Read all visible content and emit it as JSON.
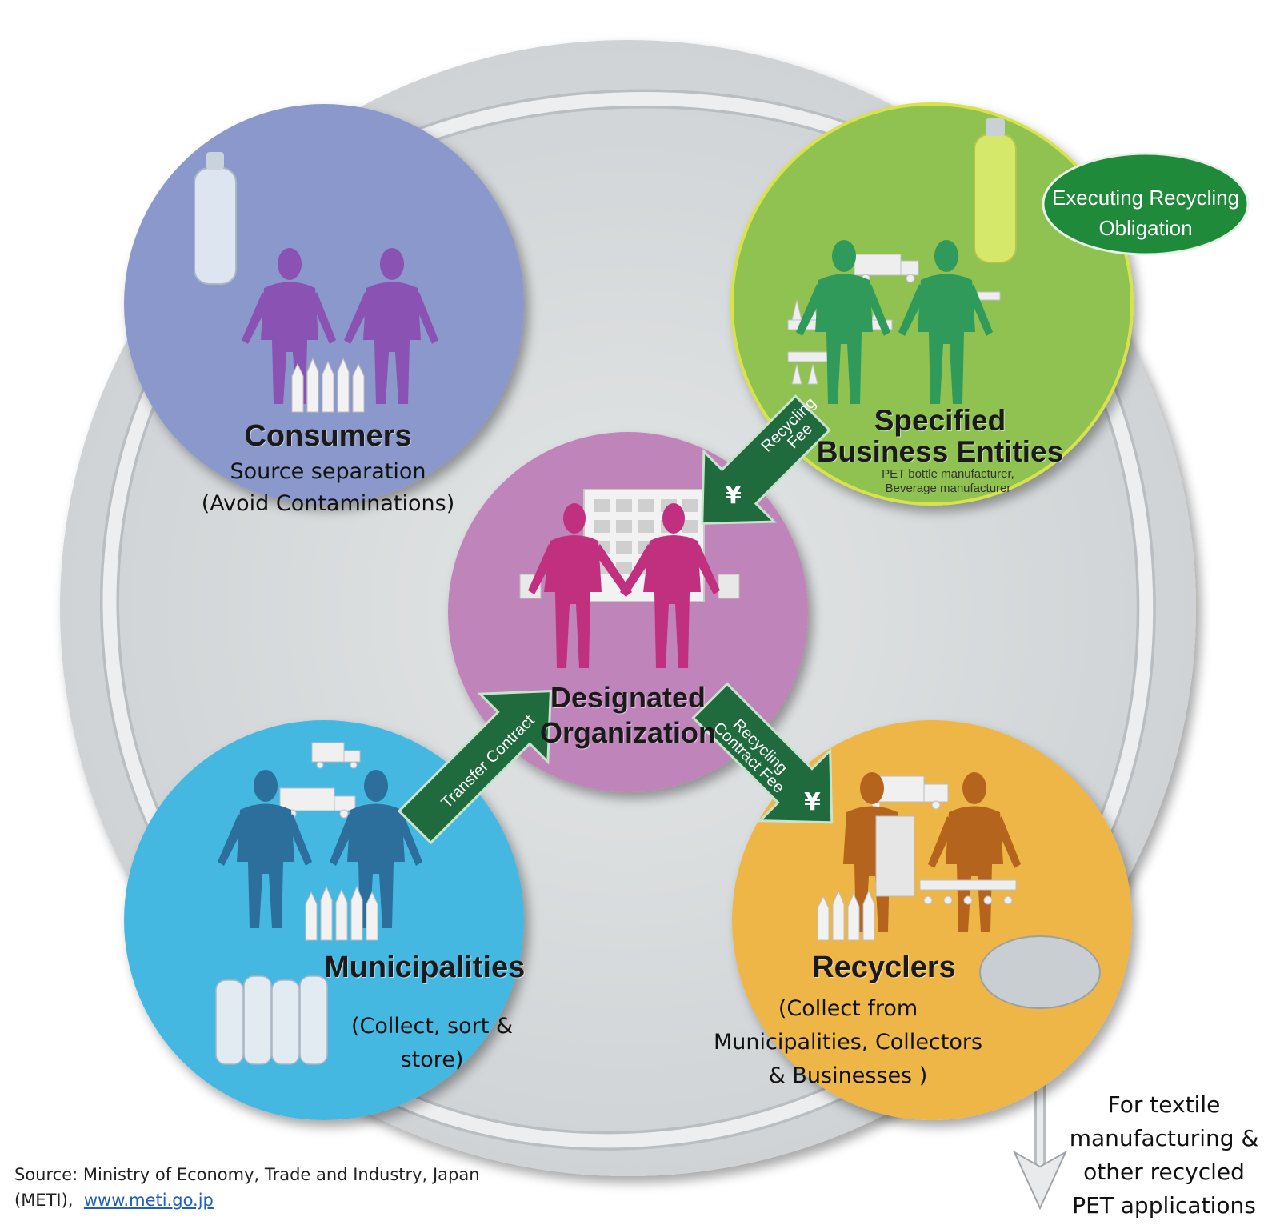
{
  "colors": {
    "outer_ring": "#d9dcdd",
    "consumers": "#8b98cb",
    "specified": "#8fc251",
    "designated": "#bf84ba",
    "municipalities": "#45b8e2",
    "recyclers": "#edb646",
    "green_arrow": "#1f6b3e",
    "oval": "#1f8a3a",
    "gray_arrow": "#e6e8ea"
  },
  "nodes": {
    "consumers": {
      "title": "Consumers",
      "line1": "Source separation",
      "line2": "(Avoid Contaminations)"
    },
    "specified": {
      "title_line1": "Specified",
      "title_line2": "Business Entities",
      "note_line1": "PET bottle manufacturer,",
      "note_line2": "Beverage manufacturer"
    },
    "designated": {
      "title_line1": "Designated",
      "title_line2": "Organization"
    },
    "municipalities": {
      "title": "Municipalities",
      "line1": "(Collect, sort &",
      "line2": "store)"
    },
    "recyclers": {
      "title": "Recyclers",
      "line1": "(Collect from",
      "line2": "Municipalities, Collectors",
      "line3": "& Businesses )"
    }
  },
  "oval": {
    "line1": "Executing Recycling",
    "line2": "Obligation"
  },
  "flows": {
    "recycling_fee_line1": "Recycling",
    "recycling_fee_line2": "Fee",
    "transfer_contract": "Transfer Contract",
    "contract_fee_line1": "Recycling",
    "contract_fee_line2": "Contract Fee",
    "yen_symbol": "¥"
  },
  "output": {
    "line1": "For textile",
    "line2": "manufacturing &",
    "line3": "other recycled",
    "line4": "PET applications"
  },
  "source": {
    "text_line1": "Source: Ministry of Economy, Trade and Industry, Japan",
    "text_line2": "(METI),",
    "link": "www.meti.go.jp"
  }
}
